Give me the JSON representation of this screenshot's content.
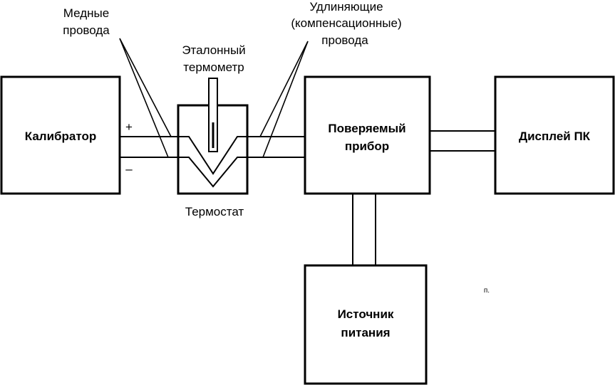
{
  "blocks": {
    "calibrator": "Калибратор",
    "device": [
      "Поверяемый",
      "прибор"
    ],
    "display": "Дисплей ПК",
    "power": [
      "Источник",
      "питания"
    ]
  },
  "labels": {
    "copper_wires": [
      "Медные",
      "провода"
    ],
    "extension_wires": [
      "Удлиняющие",
      "(компенсационные)",
      "провода"
    ],
    "reference_thermometer": [
      "Эталонный",
      "термометр"
    ],
    "thermostat": "Термостат",
    "plus": "+",
    "minus": "–",
    "stray_mark": "п."
  }
}
